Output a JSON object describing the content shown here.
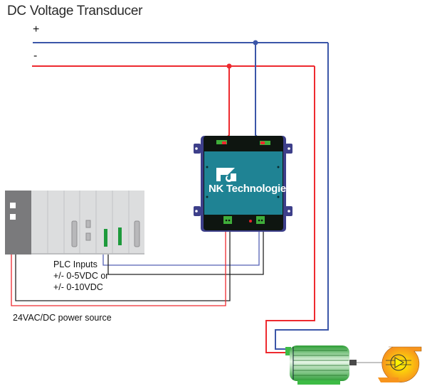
{
  "title": "DC Voltage Transducer",
  "bus": {
    "positive_label": "+",
    "negative_label": "-",
    "positive_color": "#3b56a8",
    "negative_color": "#ee2a2f"
  },
  "transducer": {
    "brand": "NK Technologies",
    "body_color": "#1f8394",
    "frame_color": "#111111",
    "bracket_color": "#3d3f8a",
    "terminal_color": "#3fae3a",
    "indicator_color": "#e8232b"
  },
  "plc": {
    "label_lines": [
      "PLC Inputs",
      "+/- 0-5VDC or",
      "+/- 0-10VDC"
    ]
  },
  "power_source": {
    "label": "24VAC/DC power source"
  },
  "wire_colors": {
    "signal": "#5560b5",
    "ground": "#222222",
    "supply": "#ee2a2f"
  },
  "motor": {
    "color": "#3dbb45"
  },
  "pump": {
    "color": "#f7941d"
  }
}
